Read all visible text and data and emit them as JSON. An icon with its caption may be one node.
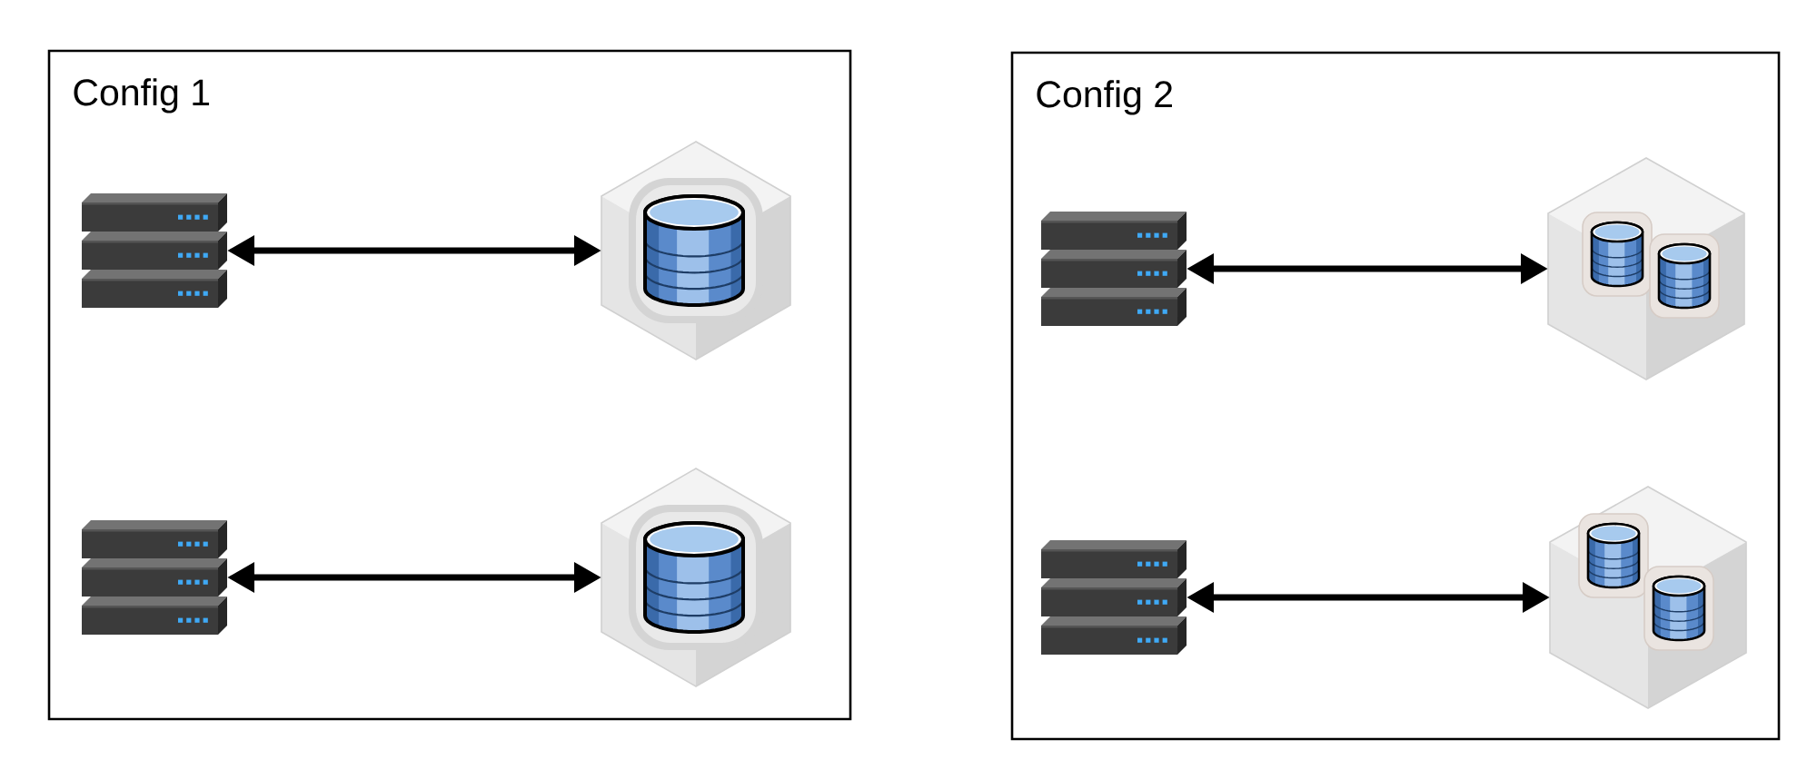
{
  "diagram": {
    "nodes": [
      {
        "text": [
          "Config 1"
        ]
      },
      {
        "text": [],
        "shape": "picture",
        "in": 0
      },
      {
        "text": [],
        "shape": "picture",
        "in": 0
      },
      {
        "text": [],
        "shape": "picture",
        "in": 0
      },
      {
        "text": [],
        "shape": "picture",
        "in": 0
      },
      {
        "text": [
          "Config 2"
        ]
      },
      {
        "text": [],
        "shape": "picture",
        "in": 5
      },
      {
        "text": [],
        "shape": "picture",
        "in": 5
      },
      {
        "text": [],
        "shape": "picture",
        "in": 5
      },
      {
        "text": [],
        "shape": "picture",
        "in": 5
      }
    ],
    "edges": [
      {
        "from": 1,
        "to": 2,
        "arrow": "both"
      },
      {
        "from": 3,
        "to": 4,
        "arrow": "both"
      },
      {
        "from": 6,
        "to": 7,
        "arrow": "both"
      },
      {
        "from": 8,
        "to": 9,
        "arrow": "both"
      }
    ]
  }
}
